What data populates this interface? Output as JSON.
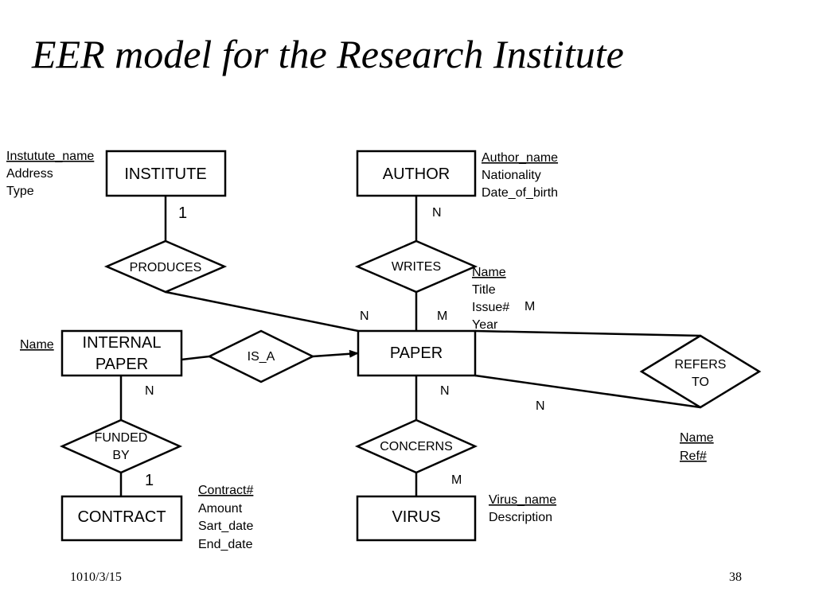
{
  "title": "EER model for the Research Institute",
  "entities": {
    "institute": "INSTITUTE",
    "author": "AUTHOR",
    "internal_paper": [
      "INTERNAL",
      "PAPER"
    ],
    "paper": "PAPER",
    "contract": "CONTRACT",
    "virus": "VIRUS"
  },
  "relationships": {
    "produces": "PRODUCES",
    "writes": "WRITES",
    "is_a": "IS_A",
    "refers_to": [
      "REFERS",
      "TO"
    ],
    "funded_by": [
      "FUNDED",
      "BY"
    ],
    "concerns": "CONCERNS"
  },
  "attributes": {
    "institute": [
      {
        "text": "Instutute_name",
        "key": true
      },
      {
        "text": "Address",
        "key": false
      },
      {
        "text": "Type",
        "key": false
      }
    ],
    "author": [
      {
        "text": "Author_name",
        "key": true
      },
      {
        "text": "Nationality",
        "key": false
      },
      {
        "text": "Date_of_birth",
        "key": false
      }
    ],
    "paper": [
      {
        "text": "Name",
        "key": true
      },
      {
        "text": "Title",
        "key": false
      },
      {
        "text": "Issue#",
        "key": false
      },
      {
        "text": "Year",
        "key": false
      }
    ],
    "internal_paper": [
      {
        "text": "Name",
        "key": true
      }
    ],
    "contract": [
      {
        "text": "Contract#",
        "key": true
      },
      {
        "text": "Amount",
        "key": false
      },
      {
        "text": "Sart_date",
        "key": false
      },
      {
        "text": "End_date",
        "key": false
      }
    ],
    "virus": [
      {
        "text": "Virus_name",
        "key": true
      },
      {
        "text": "Description",
        "key": false
      }
    ],
    "refers_to": [
      {
        "text": "Name",
        "key": true
      },
      {
        "text": "Ref#",
        "key": true
      }
    ]
  },
  "cardinalities": {
    "institute_produces": "1",
    "author_writes": "N",
    "produces_paper": "N",
    "writes_paper": "M",
    "refers_to_paper_top": "M",
    "refers_to_paper_bottom": "N",
    "internal_paper_funded_by": "N",
    "paper_concerns": "N",
    "funded_by_contract": "1",
    "concerns_virus": "M"
  },
  "footer": {
    "date": "1010/3/15",
    "page": "38"
  }
}
